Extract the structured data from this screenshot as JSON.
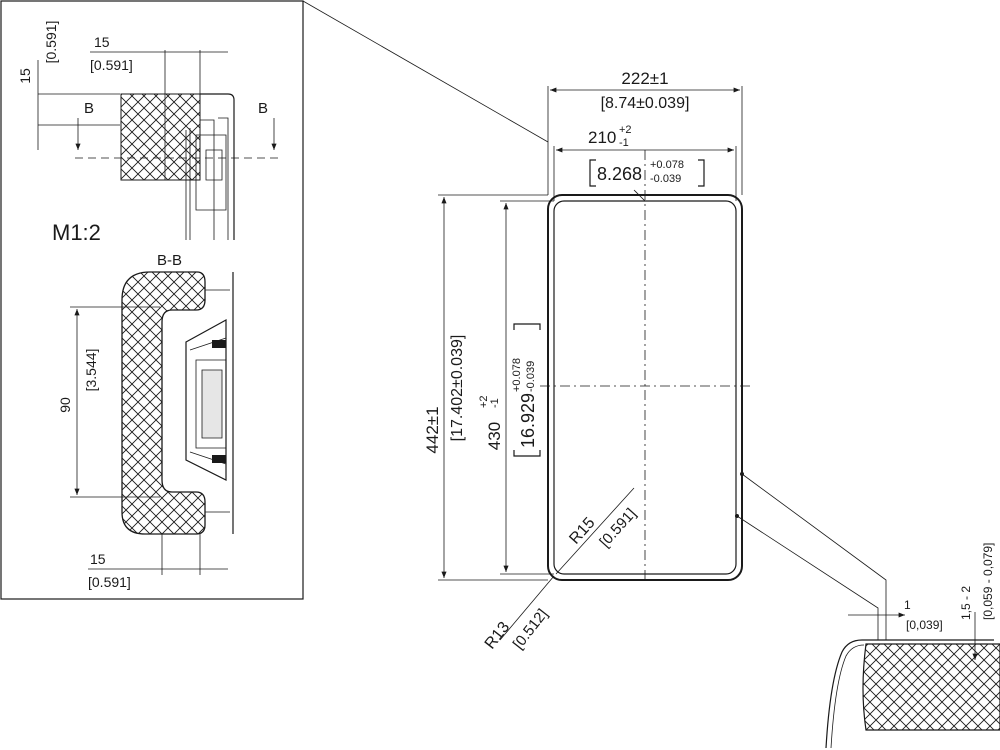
{
  "detail": {
    "scale": "M1:2",
    "section_mark": "B",
    "section_title": "B-B",
    "dim_depth_mm": "15",
    "dim_depth_in": "[0.591]",
    "dim_flange_mm": "15",
    "dim_flange_in": "[0.591]",
    "dim_height_mm": "90",
    "dim_height_in": "[3.544]",
    "dim_bottom_mm": "15",
    "dim_bottom_in": "[0.591]"
  },
  "plan": {
    "outer_width_mm": "222±1",
    "outer_width_in": "[8.74±0.039]",
    "inner_width_mm": "210",
    "inner_width_tol_plus": "+2",
    "inner_width_tol_minus": "-1",
    "inner_width_in": "8.268",
    "inner_width_in_plus": "+0.078",
    "inner_width_in_minus": "-0.039",
    "outer_height_mm": "442±1",
    "outer_height_in": "[17.402±0.039]",
    "inner_height_mm": "430",
    "inner_height_tol_plus": "+2",
    "inner_height_tol_minus": "-1",
    "inner_height_in": "16.929",
    "inner_height_in_plus": "+0.078",
    "inner_height_in_minus": "-0.039",
    "r_inner_mm": "R15",
    "r_inner_in": "[0.591]",
    "r_outer_mm": "R13",
    "r_outer_in": "[0.512]"
  },
  "edge_detail": {
    "gap_mm": "1",
    "gap_in": "[0,039]",
    "thick_mm": "1,5 - 2",
    "thick_in": "[0,059 - 0,079]"
  }
}
